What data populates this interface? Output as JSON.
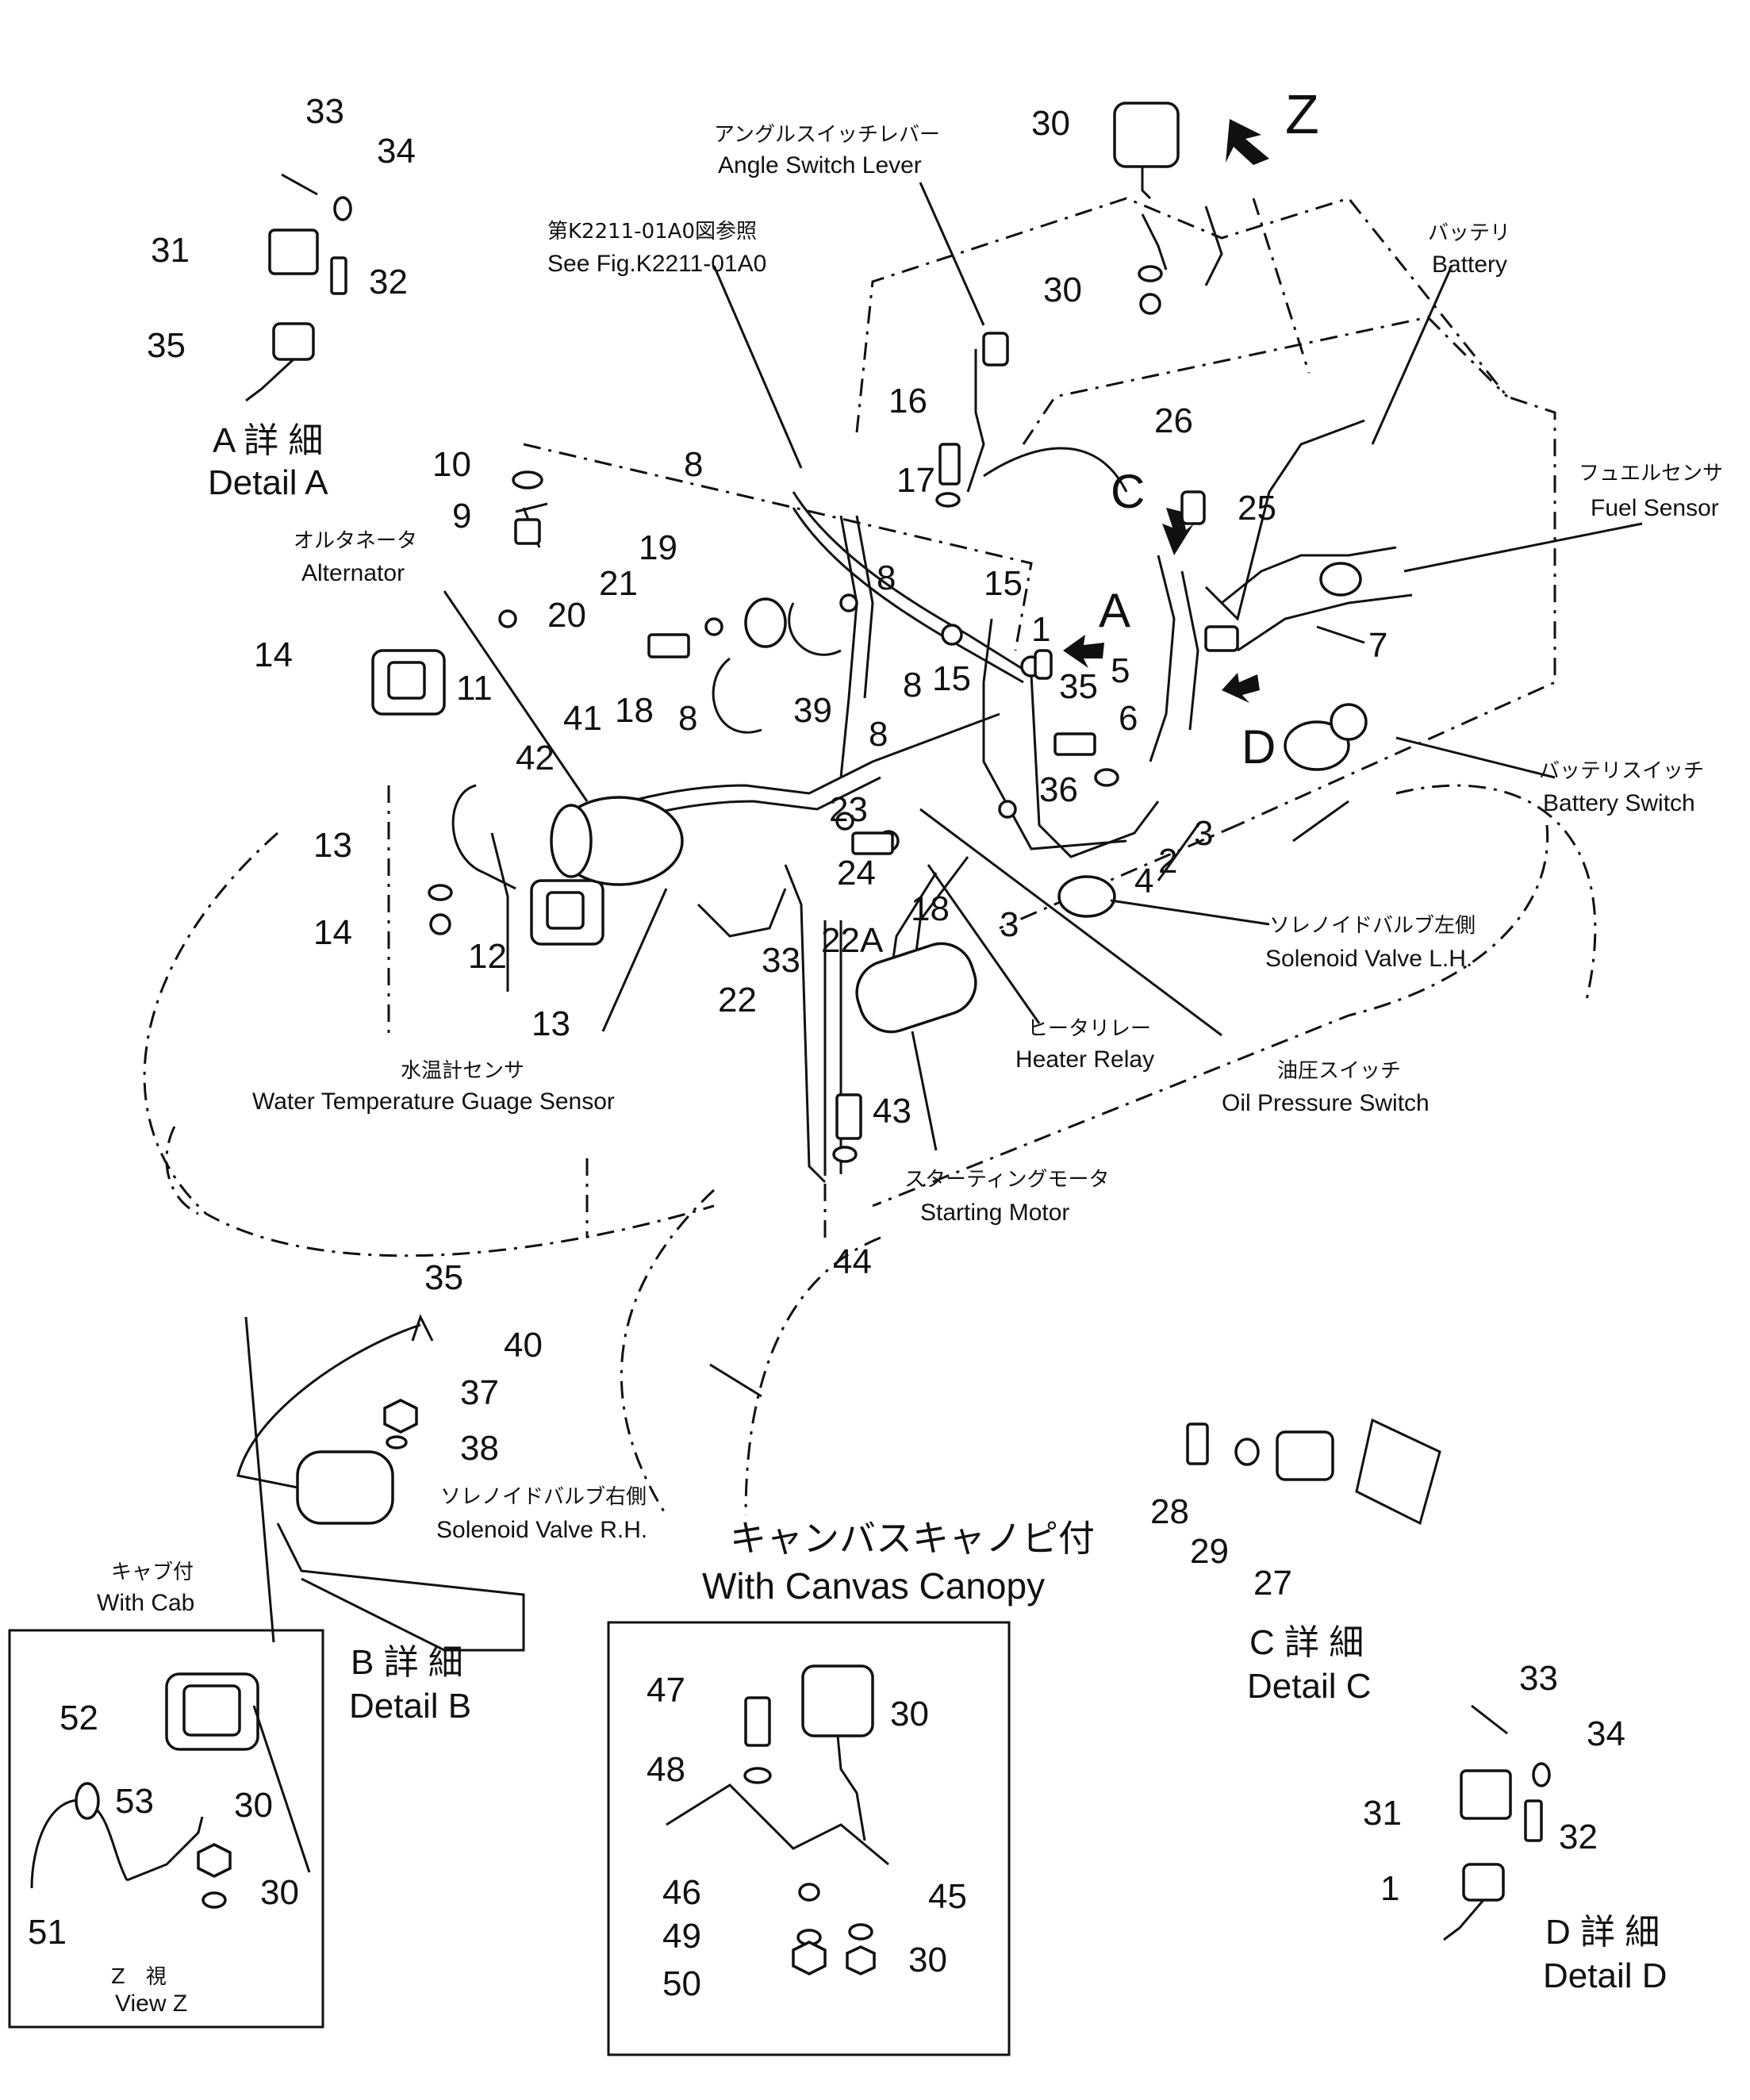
{
  "part_numbers": [
    "1",
    "2",
    "3",
    "3",
    "4",
    "5",
    "6",
    "7",
    "8",
    "8",
    "8",
    "8",
    "8",
    "9",
    "10",
    "11",
    "12",
    "13",
    "13",
    "14",
    "14",
    "15",
    "15",
    "16",
    "17",
    "18",
    "18",
    "19",
    "20",
    "21",
    "22",
    "22A",
    "23",
    "24",
    "25",
    "26",
    "27",
    "28",
    "29",
    "30",
    "30",
    "30",
    "30",
    "30",
    "30",
    "31",
    "31",
    "32",
    "32",
    "33",
    "33",
    "33",
    "34",
    "34",
    "35",
    "35",
    "35",
    "36",
    "37",
    "38",
    "39",
    "40",
    "41",
    "42",
    "43",
    "44",
    "45",
    "46",
    "47",
    "48",
    "49",
    "50",
    "51",
    "52",
    "53",
    "1"
  ],
  "labels": {
    "angle_switch_jp": "アングルスイッチレバー",
    "angle_switch_en": "Angle Switch Lever",
    "see_fig_jp": "第K2211-01A0図参照",
    "see_fig_en": "See Fig.K2211-01A0",
    "battery_jp": "バッテリ",
    "battery_en": "Battery",
    "fuel_sensor_jp": "フュエルセンサ",
    "fuel_sensor_en": "Fuel Sensor",
    "alternator_jp": "オルタネータ",
    "alternator_en": "Alternator",
    "battery_switch_jp": "バッテリスイッチ",
    "battery_switch_en": "Battery Switch",
    "solenoid_lh_jp": "ソレノイドバルブ左側",
    "solenoid_lh_en": "Solenoid Valve L.H.",
    "heater_relay_jp": "ヒータリレー",
    "heater_relay_en": "Heater Relay",
    "oil_pressure_jp": "油圧スイッチ",
    "oil_pressure_en": "Oil Pressure Switch",
    "water_temp_jp": "水温計センサ",
    "water_temp_en": "Water Temperature Guage Sensor",
    "starting_motor_jp": "スターティングモータ",
    "starting_motor_en": "Starting Motor",
    "solenoid_rh_jp": "ソレノイドバルブ右側",
    "solenoid_rh_en": "Solenoid Valve R.H.",
    "canopy_jp": "キャンバスキャノピ付",
    "canopy_en": "With Canvas Canopy",
    "with_cab_jp": "キャブ付",
    "with_cab_en": "With Cab",
    "view_z_jp": "Z　視",
    "view_z_en": "View Z"
  },
  "details": {
    "a_jp": "A 詳 細",
    "a_en": "Detail A",
    "b_jp": "B 詳 細",
    "b_en": "Detail B",
    "c_jp": "C 詳 細",
    "c_en": "Detail C",
    "d_jp": "D 詳 細",
    "d_en": "Detail D"
  },
  "view_letters": {
    "z": "Z",
    "a": "A",
    "c": "C",
    "d": "D"
  }
}
